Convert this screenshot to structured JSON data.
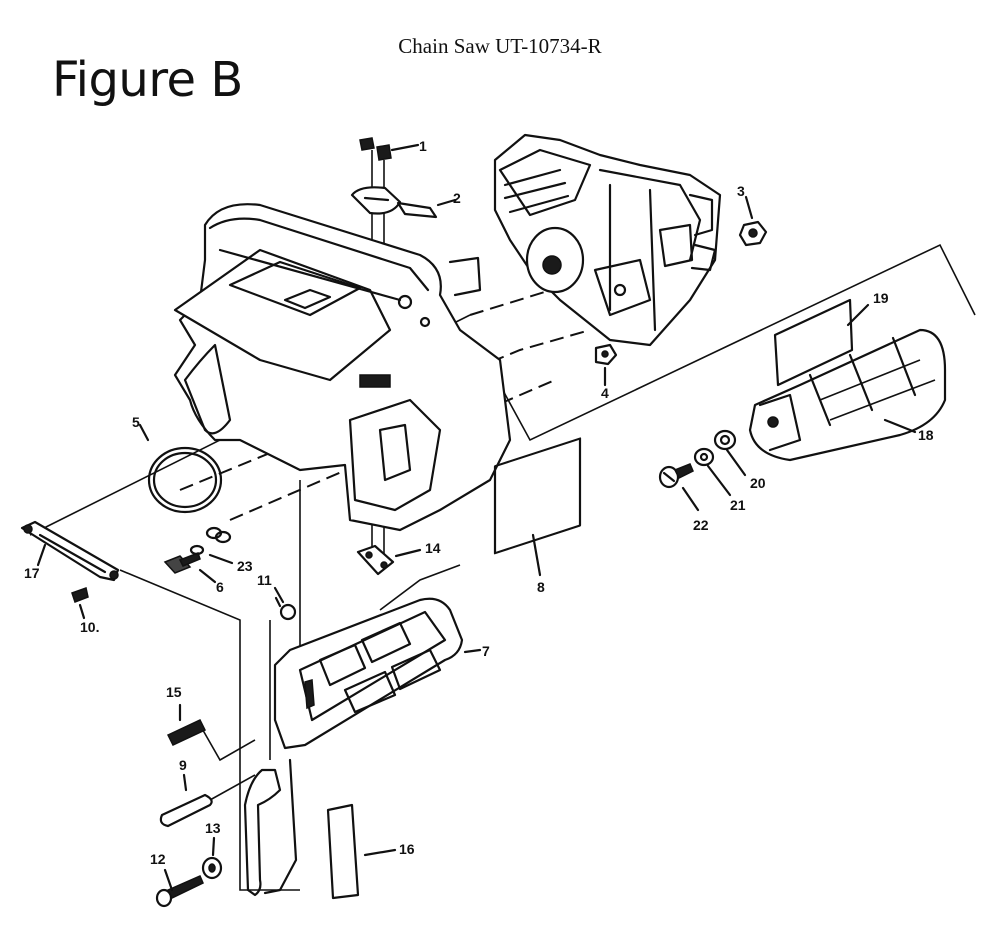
{
  "header": {
    "doc_title": "Chain Saw UT-10734-R",
    "figure_label": "Figure B"
  },
  "callouts": [
    "1",
    "2",
    "3",
    "4",
    "5",
    "6",
    "7",
    "8",
    "9",
    "10.",
    "11",
    "12",
    "13",
    "14",
    "15",
    "16",
    "17",
    "18",
    "19",
    "20",
    "21",
    "22",
    "23"
  ]
}
